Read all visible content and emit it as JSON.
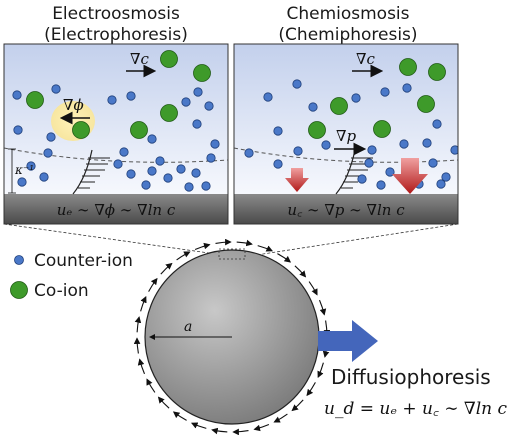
{
  "titles": {
    "left_line1": "Electroosmosis",
    "left_line2": "(Electrophoresis)",
    "right_line1": "Chemiosmosis",
    "right_line2": "(Chemiphoresis)"
  },
  "left_panel": {
    "grad_c": "∇c",
    "grad_phi": "∇ϕ",
    "debye": "κ⁻¹",
    "equation": "uₑ ∼ ∇ϕ ∼ ∇ln c"
  },
  "right_panel": {
    "grad_c": "∇c",
    "grad_p": "∇p",
    "equation": "u꜀ ∼ ∇p ∼ ∇ln c"
  },
  "legend": {
    "counter_ion": "Counter-ion",
    "co_ion": "Co-ion"
  },
  "particle": {
    "radius_label": "a",
    "phenomenon": "Diffusiophoresis",
    "equation": "u_d = uₑ + u꜀ ∼ ∇ln c"
  },
  "colors": {
    "counter_ion": "#4a78c8",
    "co_ion": "#3e9a2a",
    "panel_top": "#c9d5ee",
    "panel_bottom": "#f4f7fd",
    "wall": "#6b6b6b",
    "pressure_arrow": "#b22020",
    "propulsion_arrow": "#4466bb",
    "sphere": "#9a9a9a"
  }
}
